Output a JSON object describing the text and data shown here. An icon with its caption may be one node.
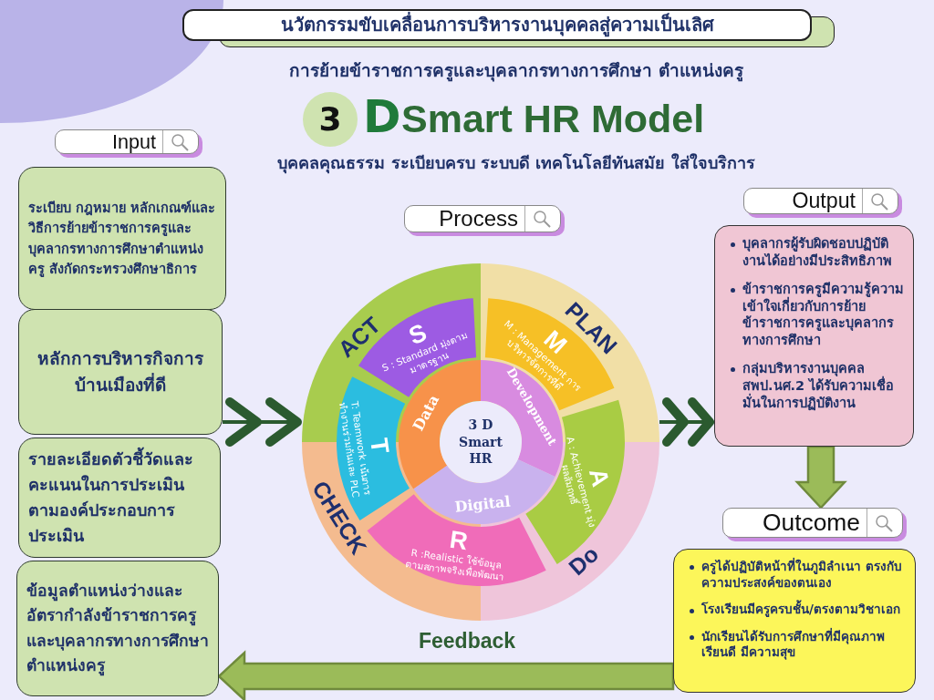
{
  "diagram": {
    "title": "นวัตกรรมขับเคลื่อนการบริหารงานบุคคลสู่ความเป็นเลิศ",
    "nodes": [
      {
        "text": [
          "Input"
        ]
      },
      {
        "text": [
          "ระเบียบ กฎหมาย หลักเกณฑ์และวิธีการย้ายข้าราชการครูและบุคลากรทางการศึกษาตำแหน่งครู สังกัดกระทรวงศึกษาธิการ"
        ]
      },
      {
        "text": [
          "หลักการบริหารกิจการบ้านเมืองที่ดี"
        ]
      },
      {
        "text": [
          "รายละเอียดตัวชี้วัดและคะแนนในการประเมินตามองค์ประกอบการประเมิน"
        ]
      },
      {
        "text": [
          "ข้อมูลตำแหน่งว่างและอัตรากำลังข้าราชการครูและบุคลากรทางการศึกษาตำแหน่งครู"
        ]
      },
      {
        "text": [
          "Process"
        ]
      },
      {
        "text": [],
        "shape": "circle"
      },
      {
        "text": [
          "ACT"
        ],
        "in": 6
      },
      {
        "text": [
          "PLAN"
        ],
        "in": 6
      },
      {
        "text": [
          "CHECK"
        ],
        "in": 6
      },
      {
        "text": [
          "Do"
        ],
        "in": 6
      },
      {
        "text": [
          "S",
          "S : Standard มุ่งตามมาตรฐาน"
        ],
        "in": 7
      },
      {
        "text": [
          "M",
          "M : Management การบริหารจัดการที่ดี"
        ],
        "in": 8
      },
      {
        "text": [
          "T",
          "T: Teamwork เน้นการทำงานร่วมกันและ PLC"
        ],
        "in": 6
      },
      {
        "text": [
          "A",
          "A : Achievement มุ่งผลสัมฤทธิ์"
        ],
        "in": 6
      },
      {
        "text": [
          "R",
          "R :Realistic ใช้ข้อมูลตามสภาพจริงเพื่อพัฒนา"
        ],
        "in": 6
      },
      {
        "text": [
          "Data"
        ],
        "in": 6
      },
      {
        "text": [
          "Development"
        ],
        "in": 6
      },
      {
        "text": [
          "Digital"
        ],
        "in": 6
      },
      {
        "text": [
          "3 D Smart HR"
        ],
        "in": 6
      },
      {
        "text": [
          "Output"
        ]
      },
      {
        "text": [
          "บุคลากรผู้รับผิดชอบปฏิบัติงานได้อย่างมีประสิทธิภาพ",
          "ข้าราชการครูมีความรู้ความเข้าใจเกี่ยวกับการย้ายข้าราชการครูและบุคลากรทางการศึกษา",
          "กลุ่มบริหารงานบุคคล สพป.นศ.2 ได้รับความเชื่อมั่นในการปฏิบัติงาน"
        ]
      },
      {
        "text": [
          "Outcome"
        ]
      },
      {
        "text": [
          "ครูได้ปฏิบัติหน้าที่ในภูมิลำเนา ตรงกับความประสงค์ของตนเอง",
          "โรงเรียนมีครูครบชั้น/ตรงตามวิชาเอก",
          "นักเรียนได้รับการศึกษาที่มีคุณภาพ เรียนดี มีความสุข"
        ]
      }
    ],
    "edges": [
      {
        "from": 2,
        "to": 6,
        "arrow": "to"
      },
      {
        "from": 6,
        "to": 21,
        "arrow": "to"
      },
      {
        "from": 21,
        "to": 22,
        "arrow": "to"
      },
      {
        "from": 23,
        "to": 4,
        "arrow": "to",
        "label": "Feedback"
      }
    ],
    "labels": [
      "การย้ายข้าราชการครูและบุคลากรทางการศึกษา ตำแหน่งครู",
      "3",
      "D",
      "Smart HR Model",
      "บุคคลคุณธรรม ระเบียบครบ ระบบดี เทคโนโลยีทันสมัย ใส่ใจบริการ"
    ]
  }
}
